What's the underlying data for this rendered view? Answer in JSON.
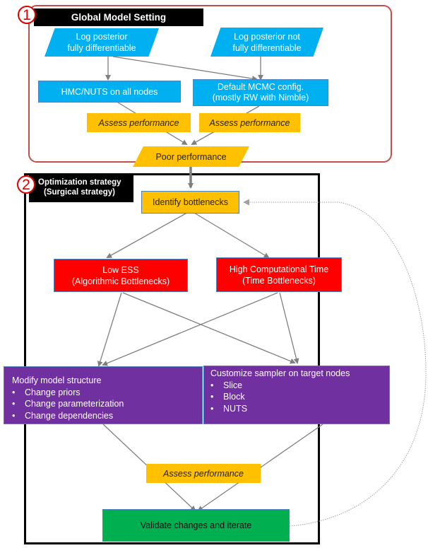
{
  "section1": {
    "number": "1",
    "title": "Global Model Setting",
    "border_color": "#c0504d",
    "nodes": {
      "log_post_diff": "Log posterior\nfully differentiable",
      "log_post_not_diff": "Log posterior not\nfully differentiable",
      "hmc_nuts": "HMC/NUTS on all nodes",
      "default_mcmc": "Default MCMC config.\n(mostly RW with  Nimble)",
      "assess_left": "Assess performance",
      "assess_right": "Assess performance",
      "poor_performance": "Poor performance"
    }
  },
  "section2": {
    "number": "2",
    "title_line1": "Optimization strategy",
    "title_line2": "(Surgical strategy)",
    "nodes": {
      "identify": "Identify bottlenecks",
      "low_ess": "Low ESS\n(Algorithmic Bottlenecks)",
      "high_time": "High Computational Time\n(Time Bottlenecks)",
      "modify": {
        "heading": "Modify  model structure",
        "items": [
          "Change priors",
          "Change parameterization",
          "Change dependencies"
        ]
      },
      "customize": {
        "heading": "Customize sampler on target nodes",
        "items": [
          "Slice",
          "Block",
          "NUTS"
        ]
      },
      "assess": "Assess performance",
      "validate": "Validate changes and iterate"
    }
  },
  "colors": {
    "input": "#00b0f0",
    "assessment": "#ffc000",
    "bottleneck": "#ff0000",
    "action": "#7030a0",
    "validate": "#00b050",
    "arrow": "#7f7f7f"
  }
}
